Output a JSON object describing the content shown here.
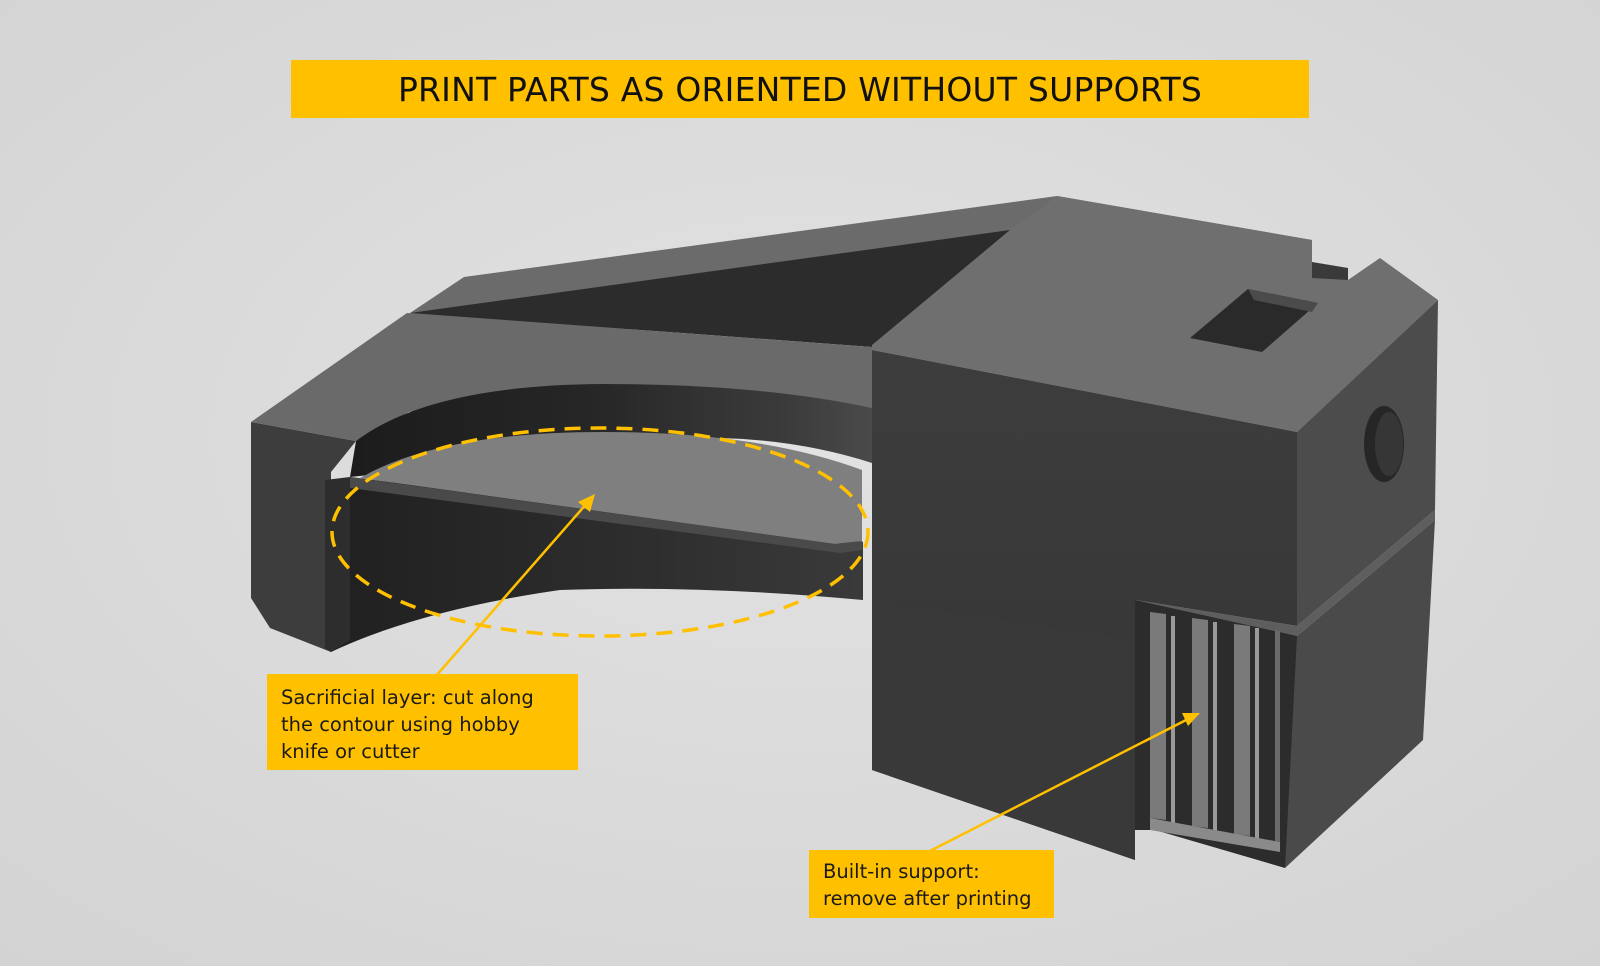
{
  "banner": {
    "text": "PRINT PARTS AS ORIENTED WITHOUT SUPPORTS"
  },
  "callouts": {
    "sacrificial": {
      "lines": [
        "Sacrificial layer: cut along",
        "the contour using hobby",
        "knife or cutter"
      ]
    },
    "support": {
      "lines": [
        "Built-in support:",
        "remove after printing"
      ]
    }
  },
  "colors": {
    "accent": "#ffc000",
    "background": "#dcdcdc",
    "part_dark": "#3a3a3a",
    "part_top": "#6e6e6e",
    "sacrificial_layer": "#808080"
  }
}
